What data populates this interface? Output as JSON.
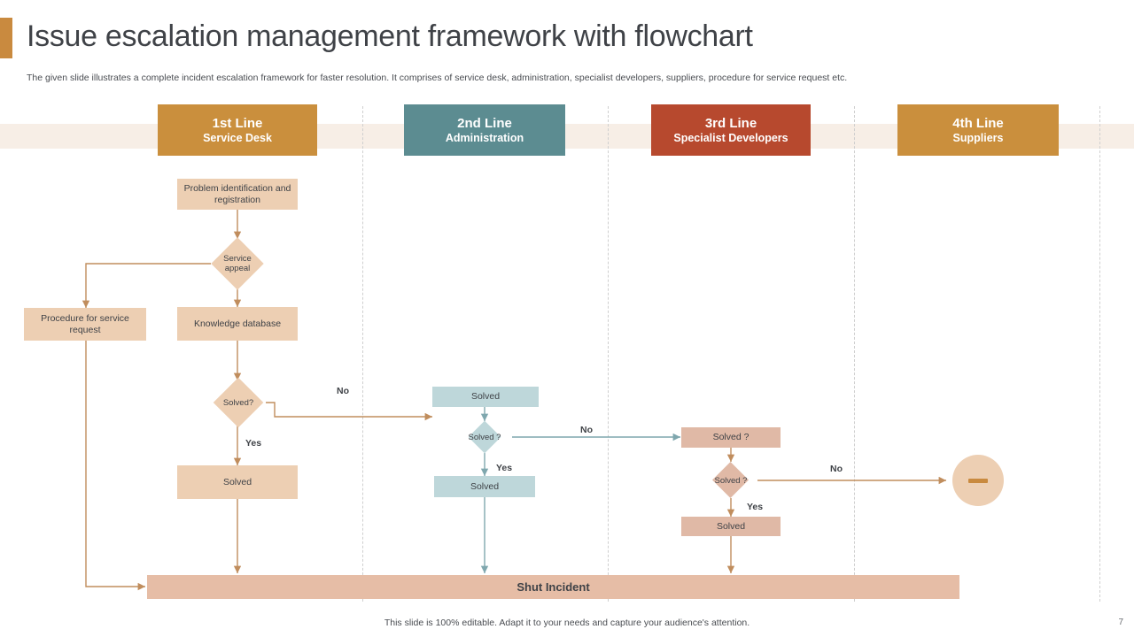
{
  "header": {
    "title": "Issue escalation management framework with flowchart",
    "subtitle": "The given slide illustrates a complete incident escalation framework for faster resolution. It comprises of service desk, administration, specialist developers, suppliers, procedure for service request etc."
  },
  "colors": {
    "accent": "#c98a3f",
    "lane1": "#ca8f3d",
    "lane2": "#5c8c91",
    "lane3": "#b7492e",
    "lane4": "#ca8f3d",
    "band": "#f7eee6",
    "tan": "#edcfb3",
    "rose": "#e0b9a6",
    "blue": "#bed7da"
  },
  "lanes": [
    {
      "line": "1st Line",
      "name": "Service Desk"
    },
    {
      "line": "2nd Line",
      "name": "Administration"
    },
    {
      "line": "3rd Line",
      "name": "Specialist Developers"
    },
    {
      "line": "4th Line",
      "name": "Suppliers"
    }
  ],
  "nodes": {
    "problem": "Problem identification and registration",
    "service_appeal": "Service appeal",
    "procedure": "Procedure for service request",
    "knowledge": "Knowledge database",
    "solved_q1": "Solved?",
    "solved1": "Solved",
    "solved_l2_top": "Solved",
    "solved_q2": "Solved ?",
    "solved_l2_bottom": "Solved",
    "solved_q3_top": "Solved ?",
    "solved_q3_bottom": "Solved ?",
    "solved_l3": "Solved",
    "shut_incident": "Shut Incident",
    "supplier_node": "minus-circle-icon"
  },
  "edge_labels": {
    "no1": "No",
    "yes1": "Yes",
    "no2": "No",
    "yes2": "Yes",
    "no3": "No",
    "yes3": "Yes"
  },
  "footer": {
    "note": "This slide is 100% editable. Adapt it to your needs and capture your audience's attention.",
    "page": "7"
  }
}
